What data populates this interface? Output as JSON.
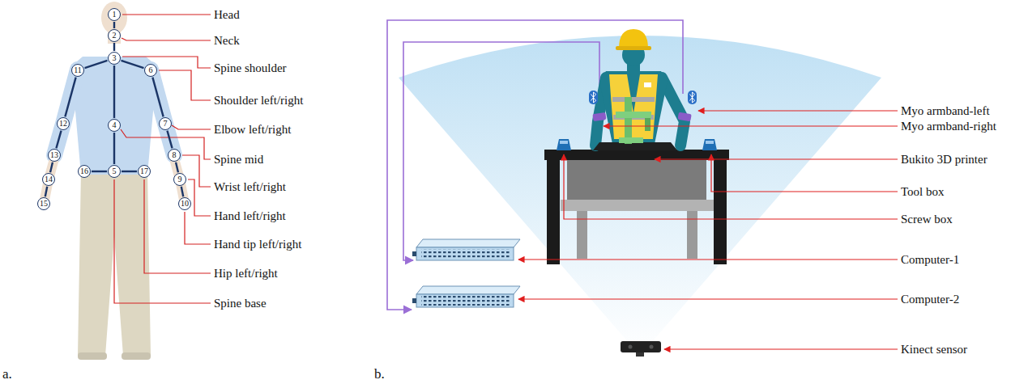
{
  "diagram": {
    "nodes": [
      {
        "text": [
          "1"
        ]
      },
      {
        "text": [
          "2"
        ]
      },
      {
        "text": [
          "3"
        ]
      },
      {
        "text": [
          "4"
        ]
      },
      {
        "text": [
          "5"
        ]
      },
      {
        "text": [
          "6"
        ]
      },
      {
        "text": [
          "7"
        ]
      },
      {
        "text": [
          "8"
        ]
      },
      {
        "text": [
          "9"
        ]
      },
      {
        "text": [
          "10"
        ]
      },
      {
        "text": [
          "11"
        ]
      },
      {
        "text": [
          "12"
        ]
      },
      {
        "text": [
          "13"
        ]
      },
      {
        "text": [
          "14"
        ]
      },
      {
        "text": [
          "15"
        ]
      },
      {
        "text": [
          "16"
        ]
      },
      {
        "text": [
          "17"
        ]
      }
    ],
    "edges": [
      {
        "from": 0,
        "to": 1,
        "arrow": "none"
      },
      {
        "from": 1,
        "to": 2,
        "arrow": "none"
      },
      {
        "from": 2,
        "to": 3,
        "arrow": "none"
      },
      {
        "from": 3,
        "to": 4,
        "arrow": "none"
      },
      {
        "from": 2,
        "to": 5,
        "arrow": "none"
      },
      {
        "from": 5,
        "to": 6,
        "arrow": "none"
      },
      {
        "from": 6,
        "to": 7,
        "arrow": "none"
      },
      {
        "from": 7,
        "to": 8,
        "arrow": "none"
      },
      {
        "from": 8,
        "to": 9,
        "arrow": "none"
      },
      {
        "from": 2,
        "to": 10,
        "arrow": "none"
      },
      {
        "from": 10,
        "to": 11,
        "arrow": "none"
      },
      {
        "from": 11,
        "to": 12,
        "arrow": "none"
      },
      {
        "from": 12,
        "to": 13,
        "arrow": "none"
      },
      {
        "from": 13,
        "to": 14,
        "arrow": "none"
      },
      {
        "from": 4,
        "to": 15,
        "arrow": "none"
      },
      {
        "from": 4,
        "to": 16,
        "arrow": "none"
      }
    ],
    "labels": [
      "a.",
      "Head",
      "Neck",
      "Spine shoulder",
      "Shoulder left/right",
      "Elbow left/right",
      "Spine mid",
      "Wrist left/right",
      "Hand left/right",
      "Hand tip left/right",
      "Hip left/right",
      "Spine base",
      "b.",
      "Myo armband-left",
      "Myo armband-right",
      "Bukito 3D printer",
      "Tool box",
      "Screw box",
      "Computer-1",
      "Computer-2",
      "Kinect sensor"
    ]
  }
}
